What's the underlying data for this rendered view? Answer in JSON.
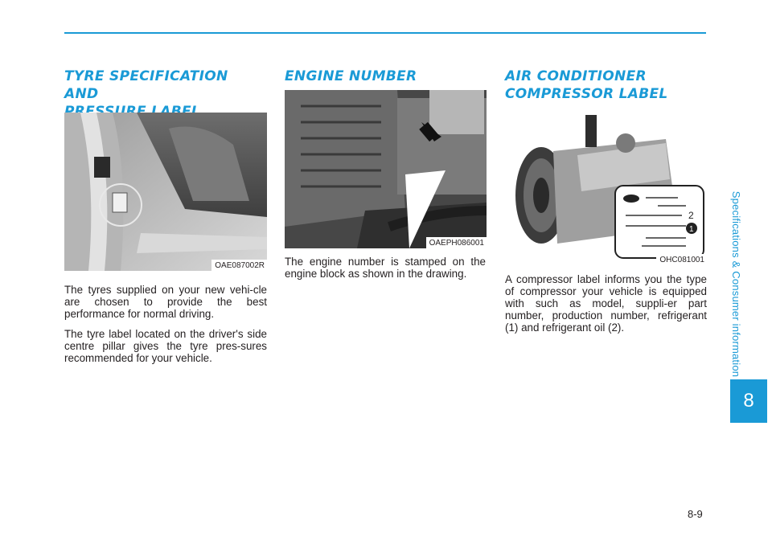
{
  "side": {
    "chapter_title": "Specifications & Consumer information",
    "chapter_number": "8"
  },
  "page_number": "8-9",
  "sections": [
    {
      "title_line1": "TYRE SPECIFICATION AND",
      "title_line2": "PRESSURE LABEL",
      "figure_code": "OAE087002R",
      "paragraphs": [
        "The tyres supplied on your new vehi-cle are chosen to provide the best performance for normal driving.",
        "The tyre label located on the driver's side centre pillar gives the tyre pres-sures recommended for your vehicle."
      ]
    },
    {
      "title_line1": "ENGINE NUMBER",
      "figure_code": "OAEPH086001",
      "paragraphs": [
        "The engine number is stamped on the engine block as shown in the drawing."
      ]
    },
    {
      "title_line1": "AIR CONDITIONER",
      "title_line2": "COMPRESSOR LABEL",
      "figure_code": "OHC081001",
      "label_marker_1": "1",
      "label_marker_2": "2",
      "paragraphs": [
        "A compressor label informs you the type of compressor your vehicle is equipped with such as model, suppli-er part number, production number, refrigerant (1) and refrigerant oil (2)."
      ]
    }
  ]
}
